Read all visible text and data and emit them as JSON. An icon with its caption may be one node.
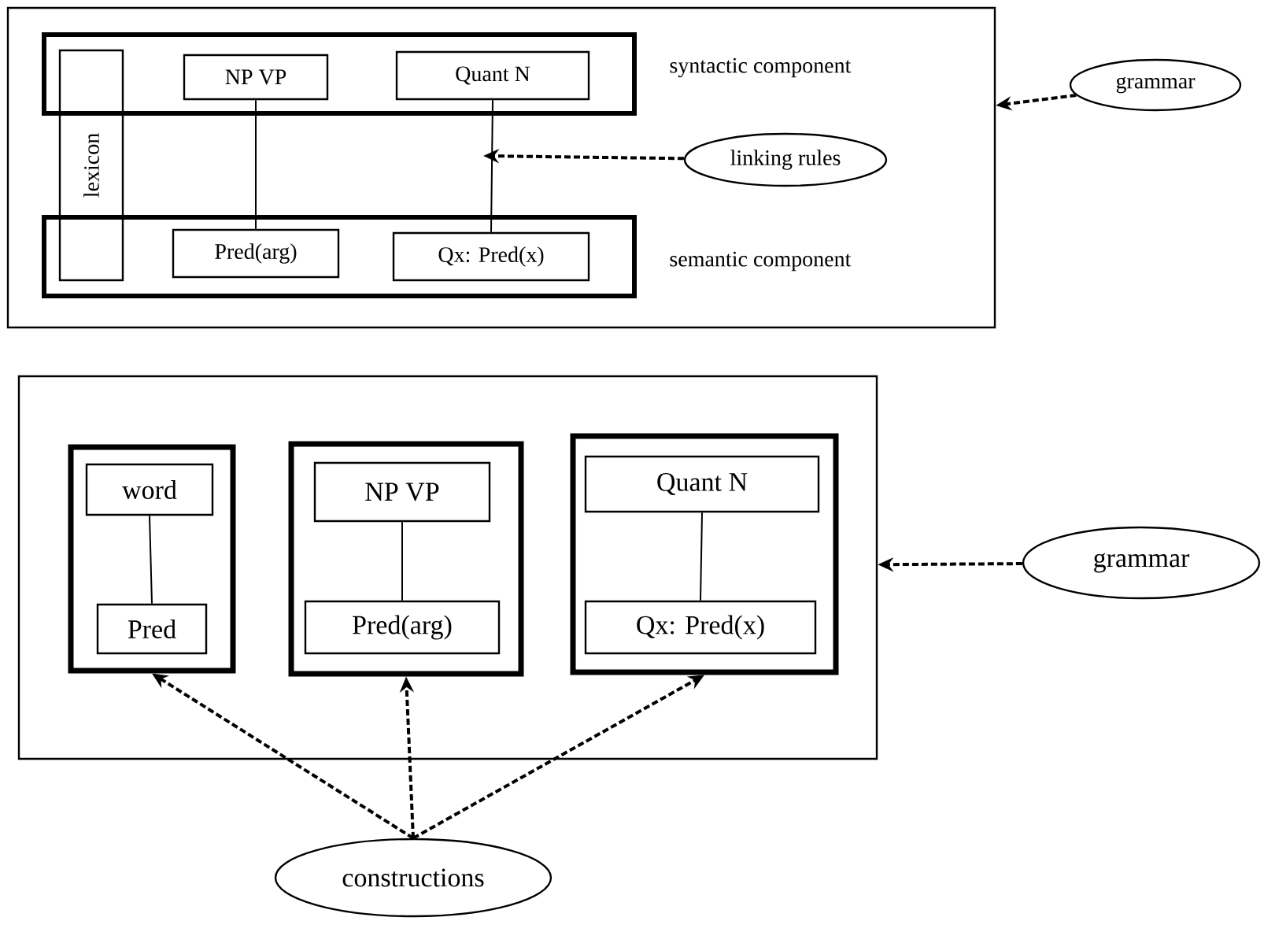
{
  "diagram": {
    "nodes": [
      {
        "text": [],
        "shape": "box"
      },
      {
        "text": [],
        "shape": "box",
        "in": 0,
        "beside": [
          "syntactic component"
        ]
      },
      {
        "text": [
          "NP  VP"
        ],
        "in": 1
      },
      {
        "text": [
          "Quant  N"
        ],
        "in": 1
      },
      {
        "text": [
          "lexicon"
        ],
        "in": 0
      },
      {
        "text": [],
        "shape": "box",
        "in": 0,
        "beside": [
          "semantic component"
        ]
      },
      {
        "text": [
          "Pred(arg)"
        ],
        "in": 5
      },
      {
        "text": [
          "Qx: Pred(x)"
        ],
        "in": 5
      },
      {
        "text": [
          "linking rules"
        ],
        "in": 0
      },
      {
        "text": [
          "grammar"
        ]
      },
      {
        "text": [],
        "shape": "box"
      },
      {
        "text": [],
        "shape": "box",
        "in": 10
      },
      {
        "text": [
          "word"
        ],
        "in": 11
      },
      {
        "text": [
          "Pred"
        ],
        "in": 11
      },
      {
        "text": [],
        "shape": "box",
        "in": 10
      },
      {
        "text": [
          "NP  VP"
        ],
        "in": 14
      },
      {
        "text": [
          "Pred(arg)"
        ],
        "in": 14
      },
      {
        "text": [],
        "shape": "box",
        "in": 10
      },
      {
        "text": [
          "Quant  N"
        ],
        "in": 17
      },
      {
        "text": [
          "Qx: Pred(x)"
        ],
        "in": 17
      },
      {
        "text": [
          "grammar"
        ]
      },
      {
        "text": [
          "constructions"
        ]
      }
    ],
    "edges": [
      {
        "from": 2,
        "to": 6,
        "arrow": "none"
      },
      {
        "from": 3,
        "to": 7,
        "arrow": "none"
      },
      {
        "from": 8,
        "to": null,
        "arrow": "to",
        "style": "dashed"
      },
      {
        "from": 9,
        "to": 0,
        "arrow": "to",
        "style": "dashed"
      },
      {
        "from": 12,
        "to": 13,
        "arrow": "none"
      },
      {
        "from": 15,
        "to": 16,
        "arrow": "none"
      },
      {
        "from": 18,
        "to": 19,
        "arrow": "none"
      },
      {
        "from": 20,
        "to": 10,
        "arrow": "to",
        "style": "dashed"
      },
      {
        "from": 21,
        "to": 11,
        "arrow": "to",
        "style": "dashed"
      },
      {
        "from": 21,
        "to": 14,
        "arrow": "to",
        "style": "dashed"
      },
      {
        "from": 21,
        "to": 17,
        "arrow": "to",
        "style": "dashed"
      }
    ]
  }
}
